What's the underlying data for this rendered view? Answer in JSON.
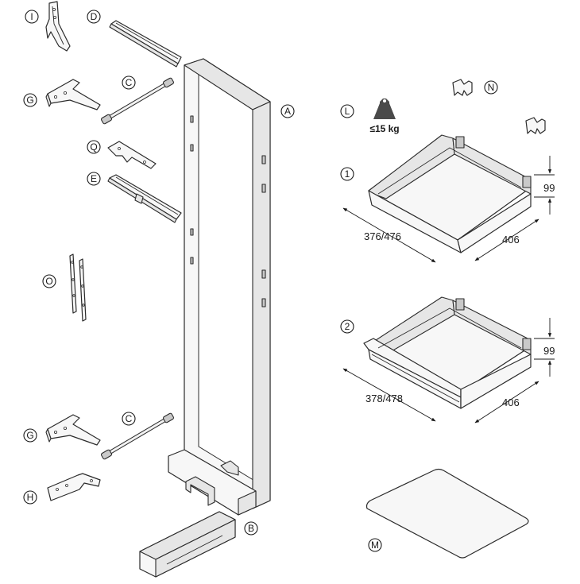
{
  "labels": {
    "A": "A",
    "B": "B",
    "C": "C",
    "D": "D",
    "E": "E",
    "G": "G",
    "H": "H",
    "I": "I",
    "L": "L",
    "M": "M",
    "N": "N",
    "O": "O",
    "Q": "Q",
    "one": "1",
    "two": "2"
  },
  "weight": {
    "text": "≤15 kg"
  },
  "tray1": {
    "width": "376/476",
    "depth": "406",
    "height": "99"
  },
  "tray2": {
    "width": "378/478",
    "depth": "406",
    "height": "99"
  }
}
